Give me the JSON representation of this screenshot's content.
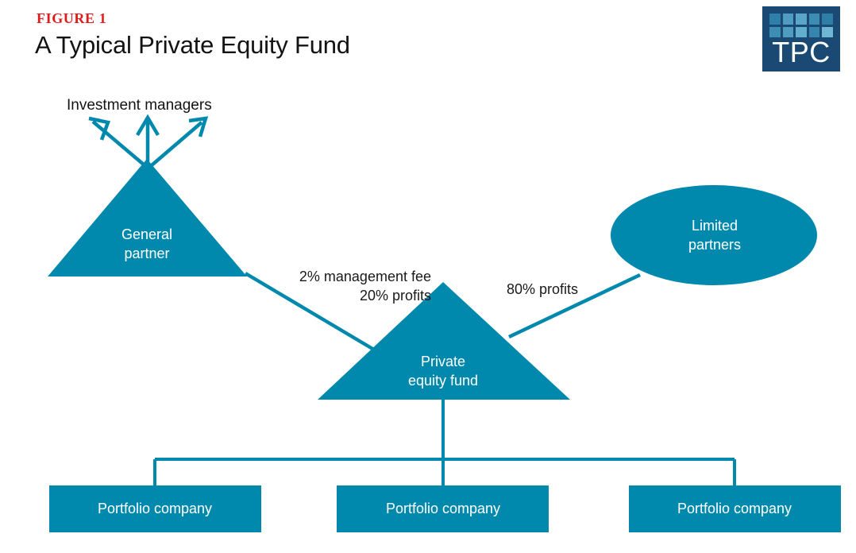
{
  "header": {
    "figure_label": "FIGURE 1",
    "title": "A Typical Private Equity Fund"
  },
  "logo": {
    "text": "TPC",
    "navy": "#1a4a73",
    "cell_colors": [
      "#2f80a9",
      "#4e9cc0",
      "#59a6c8",
      "#3c8cb4",
      "#2e7fa8",
      "#3d8db5",
      "#4e9cc0",
      "#62aecd",
      "#3585af",
      "#6fb6d2"
    ]
  },
  "colors": {
    "teal": "#0089ac",
    "red": "#e01b1b",
    "navy": "#1a4a73",
    "text": "#131313",
    "node_label": "#ffffff"
  },
  "diagram": {
    "nodes": {
      "investment_managers": "Investment managers",
      "general_partner": "General\npartner",
      "private_equity_fund": "Private\nequity fund",
      "limited_partners": "Limited\npartners",
      "portfolio_company_1": "Portfolio company",
      "portfolio_company_2": "Portfolio company",
      "portfolio_company_3": "Portfolio company"
    },
    "edges": {
      "gp_to_fund": "2% management fee\n20% profits",
      "lp_to_fund": "80% profits"
    }
  }
}
